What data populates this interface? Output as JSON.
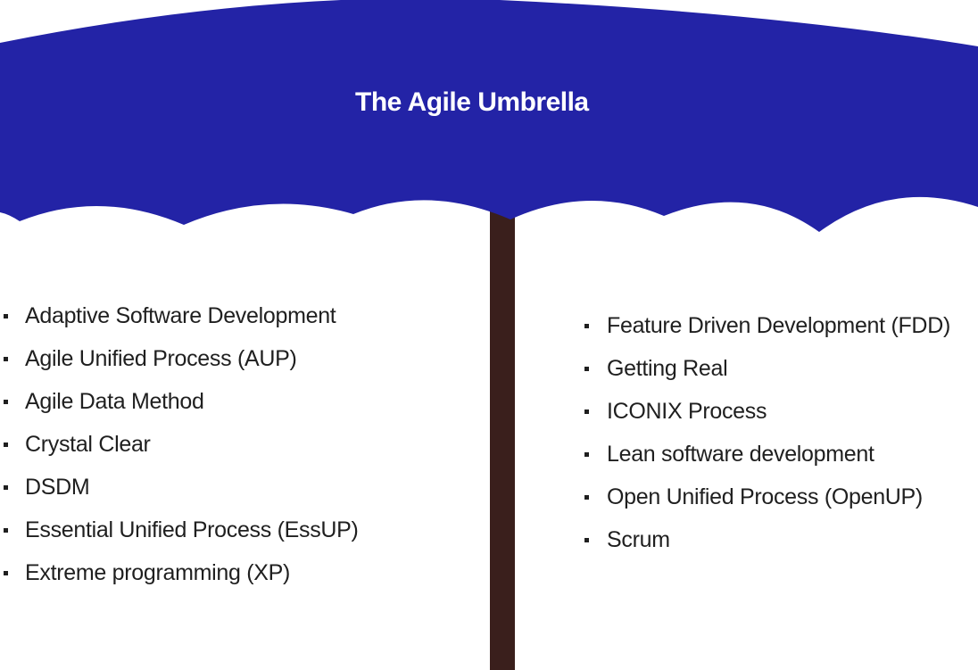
{
  "title": "The Agile Umbrella",
  "colors": {
    "canopy": "#2323a6",
    "shaft": "#3a1f1c",
    "text": "#1f1f1f",
    "title": "#ffffff"
  },
  "left_items": [
    "Adaptive Software Development",
    "Agile Unified Process (AUP)",
    "Agile Data Method",
    "Crystal Clear",
    "DSDM",
    "Essential Unified Process (EssUP)",
    "Extreme programming (XP)"
  ],
  "right_items": [
    "Feature Driven Development (FDD)",
    "Getting Real",
    "ICONIX Process",
    "Lean software development",
    "Open Unified Process (OpenUP)",
    "Scrum"
  ]
}
